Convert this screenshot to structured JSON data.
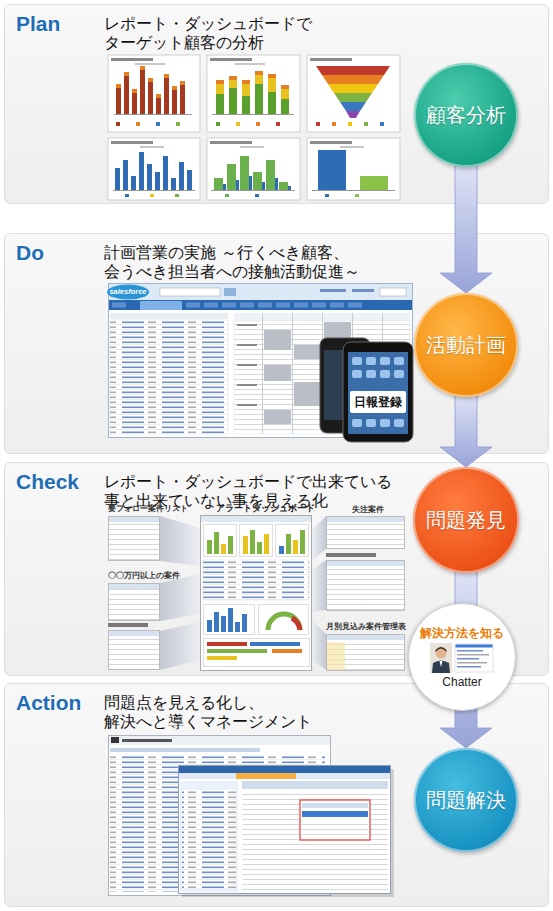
{
  "diagram": {
    "nodes": [
      {
        "text": [
          "Plan",
          "レポート・ダッシュボードで ターゲット顧客の分析"
        ]
      },
      {
        "text": [
          "顧客分析"
        ],
        "in": 0
      },
      {
        "text": [
          "Do",
          "計画営業の実施 ～行くべき顧客、会うべき担当者への接触活動促進～"
        ]
      },
      {
        "text": [
          "活動計画"
        ],
        "in": 2
      },
      {
        "text": [
          "Check",
          "レポート・ダッシュボードで出来ている 事と出来ていない事を見える化"
        ]
      },
      {
        "text": [
          "問題発見"
        ],
        "in": 4
      },
      {
        "text": [
          "解決方法を知る",
          "Chatter"
        ]
      },
      {
        "text": [
          "Action",
          "問題点を見える化し、 解決へと導くマネージメント"
        ]
      },
      {
        "text": [
          "問題解決"
        ],
        "in": 7
      }
    ],
    "edges": [
      {
        "from": 1,
        "to": 3,
        "arrow": "to"
      },
      {
        "from": 3,
        "to": 5,
        "arrow": "to"
      },
      {
        "from": 5,
        "to": 8,
        "arrow": "to"
      }
    ],
    "labels": [
      "salesforce",
      "日報登録",
      "要フォロー案件リスト",
      "アラートダッシュボード",
      "〇〇万円以上の案件",
      "失注案件",
      "月別見込み案件管理表"
    ]
  }
}
